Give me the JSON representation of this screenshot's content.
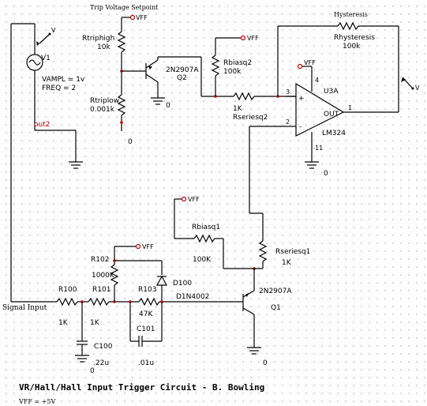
{
  "setpoint_section_label": "Trip Voltage Setpoint",
  "hysteresis_section_label": "Hysteresis",
  "title": "VR/Hall/Hall Input Trigger Circuit - B. Bowling",
  "vff_note": "VFF = +5V",
  "rail_label": "VFF",
  "ground_label": "0",
  "probe_label": "V",
  "v1": {
    "ref": "V1",
    "vampl": "VAMPL = 1v",
    "freq": "FREQ = 2",
    "net_out": "out2"
  },
  "signal_input_label": "Signal Input",
  "rtriphigh": {
    "ref": "Rtriphigh",
    "value": "10k"
  },
  "rtriplow": {
    "ref": "Rtriplow",
    "value": "0.001k"
  },
  "q2": {
    "part": "2N2907A",
    "ref": "Q2"
  },
  "rbiasq2": {
    "ref": "Rbiasq2",
    "value": "100k"
  },
  "rseriesq2": {
    "ref": "Rseriesq2",
    "value": "1K"
  },
  "rhysteresis": {
    "ref": "Rhysteresis",
    "value": "100k"
  },
  "u3a": {
    "ref": "U3A",
    "part": "LM324",
    "out_label": "OUT",
    "pin_plus": "3",
    "pin_minus": "2",
    "pin_vcc": "4",
    "pin_gnd": "11",
    "pin_out": "1",
    "plus_sign": "+",
    "minus_sign": "-"
  },
  "rbiasq1": {
    "ref": "Rbiasq1",
    "value": "100K"
  },
  "rseriesq1": {
    "ref": "Rseriesq1",
    "value": "1K"
  },
  "q1": {
    "part": "2N2907A",
    "ref": "Q1"
  },
  "r102": {
    "ref": "R102",
    "value": "1000K"
  },
  "r101": {
    "ref": "R101",
    "value": "1K"
  },
  "r100": {
    "ref": "R100",
    "value": "1K"
  },
  "r103": {
    "ref": "R103",
    "value": "47K"
  },
  "d100": {
    "ref": "D100",
    "part": "D1N4002"
  },
  "c100": {
    "ref": "C100",
    "value": ".22u"
  },
  "c101": {
    "ref": "C101",
    "value": ".01u"
  }
}
